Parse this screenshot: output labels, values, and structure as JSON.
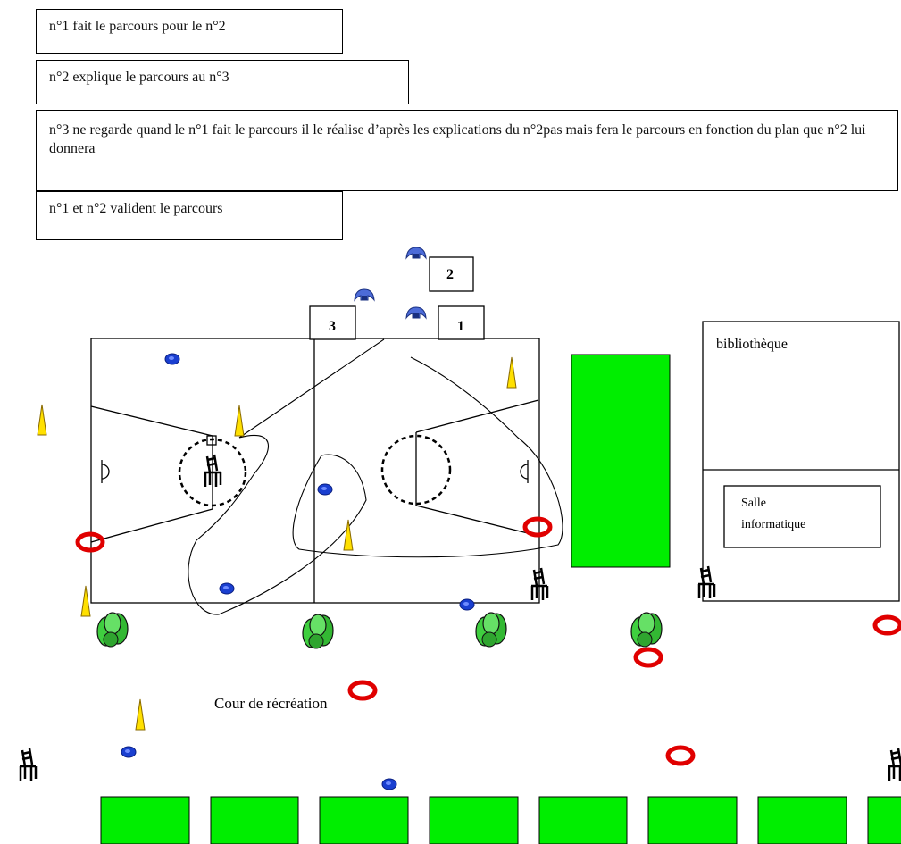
{
  "instructions": {
    "step1": "n°1 fait le parcours  pour le n°2",
    "step2": "n°2 explique le parcours au n°3",
    "step3": "n°3 ne regarde quand le n°1 fait le parcours il le réalise d’après les explications du n°2pas mais fera le parcours en fonction du plan que n°2 lui donnera",
    "step4": "n°1 et n°2 valident le parcours"
  },
  "players": {
    "p1": "1",
    "p2": "2",
    "p3": "3"
  },
  "places": {
    "library": "bibliothèque",
    "computer_room": "Salle informatique",
    "playground": "Cour de récréation"
  },
  "colors": {
    "grass": "#00ee00",
    "hoop": "#e00000",
    "plot": "#1a3fd0",
    "cap": "#4c6bd8",
    "cone": "#ffe000"
  }
}
